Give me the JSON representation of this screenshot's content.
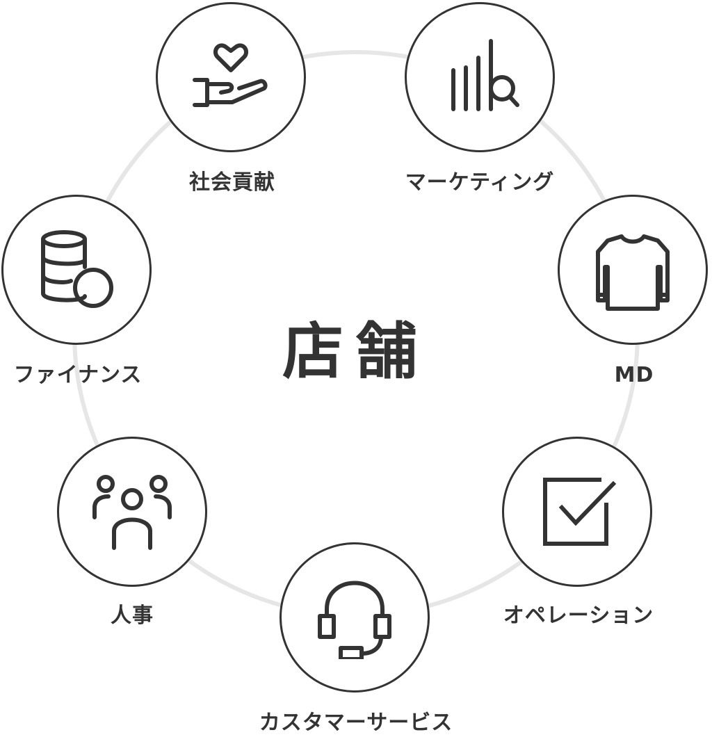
{
  "center": {
    "label": "店舗"
  },
  "nodes": [
    {
      "key": "social",
      "label": "社会貢献",
      "icon": "heart-hand-icon"
    },
    {
      "key": "marketing",
      "label": "マーケティング",
      "icon": "chart-search-icon"
    },
    {
      "key": "md",
      "label": "MD",
      "icon": "shirt-icon"
    },
    {
      "key": "operation",
      "label": "オペレーション",
      "icon": "checkbox-icon"
    },
    {
      "key": "customer",
      "label": "カスタマーサービス",
      "icon": "headset-icon"
    },
    {
      "key": "hr",
      "label": "人事",
      "icon": "people-icon"
    },
    {
      "key": "finance",
      "label": "ファイナンス",
      "icon": "coins-icon"
    }
  ],
  "colors": {
    "stroke": "#333333",
    "ring": "#e6e6e6",
    "text": "#333333",
    "background": "#ffffff"
  }
}
